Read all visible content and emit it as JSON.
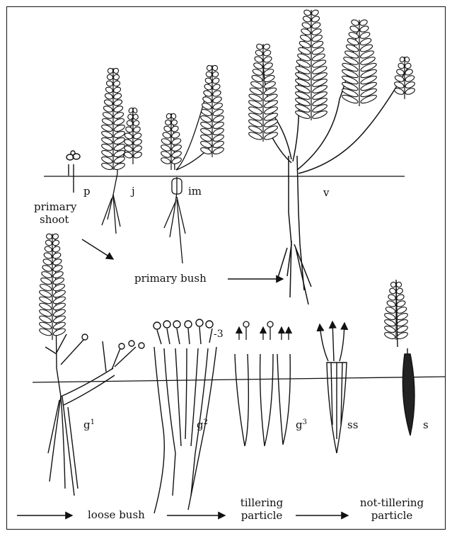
{
  "stages": {
    "p": "p",
    "j": "j",
    "im": "im",
    "v": "v",
    "g1": {
      "base": "g",
      "sup": "1"
    },
    "g2": {
      "base": "g",
      "sup": "2"
    },
    "g3": {
      "base": "g",
      "sup": "3"
    },
    "ss": "ss",
    "s": "s"
  },
  "g2_marker": "-3",
  "labels": {
    "primary_shoot_1": "primary",
    "primary_shoot_2": "shoot",
    "primary_bush": "primary bush",
    "loose_bush": "loose bush",
    "tillering_1": "tillering",
    "tillering_2": "particle",
    "not_tillering_1": "not-tillering",
    "not_tillering_2": "particle"
  },
  "colors": {
    "ink": "#111111",
    "background": "#ffffff"
  }
}
